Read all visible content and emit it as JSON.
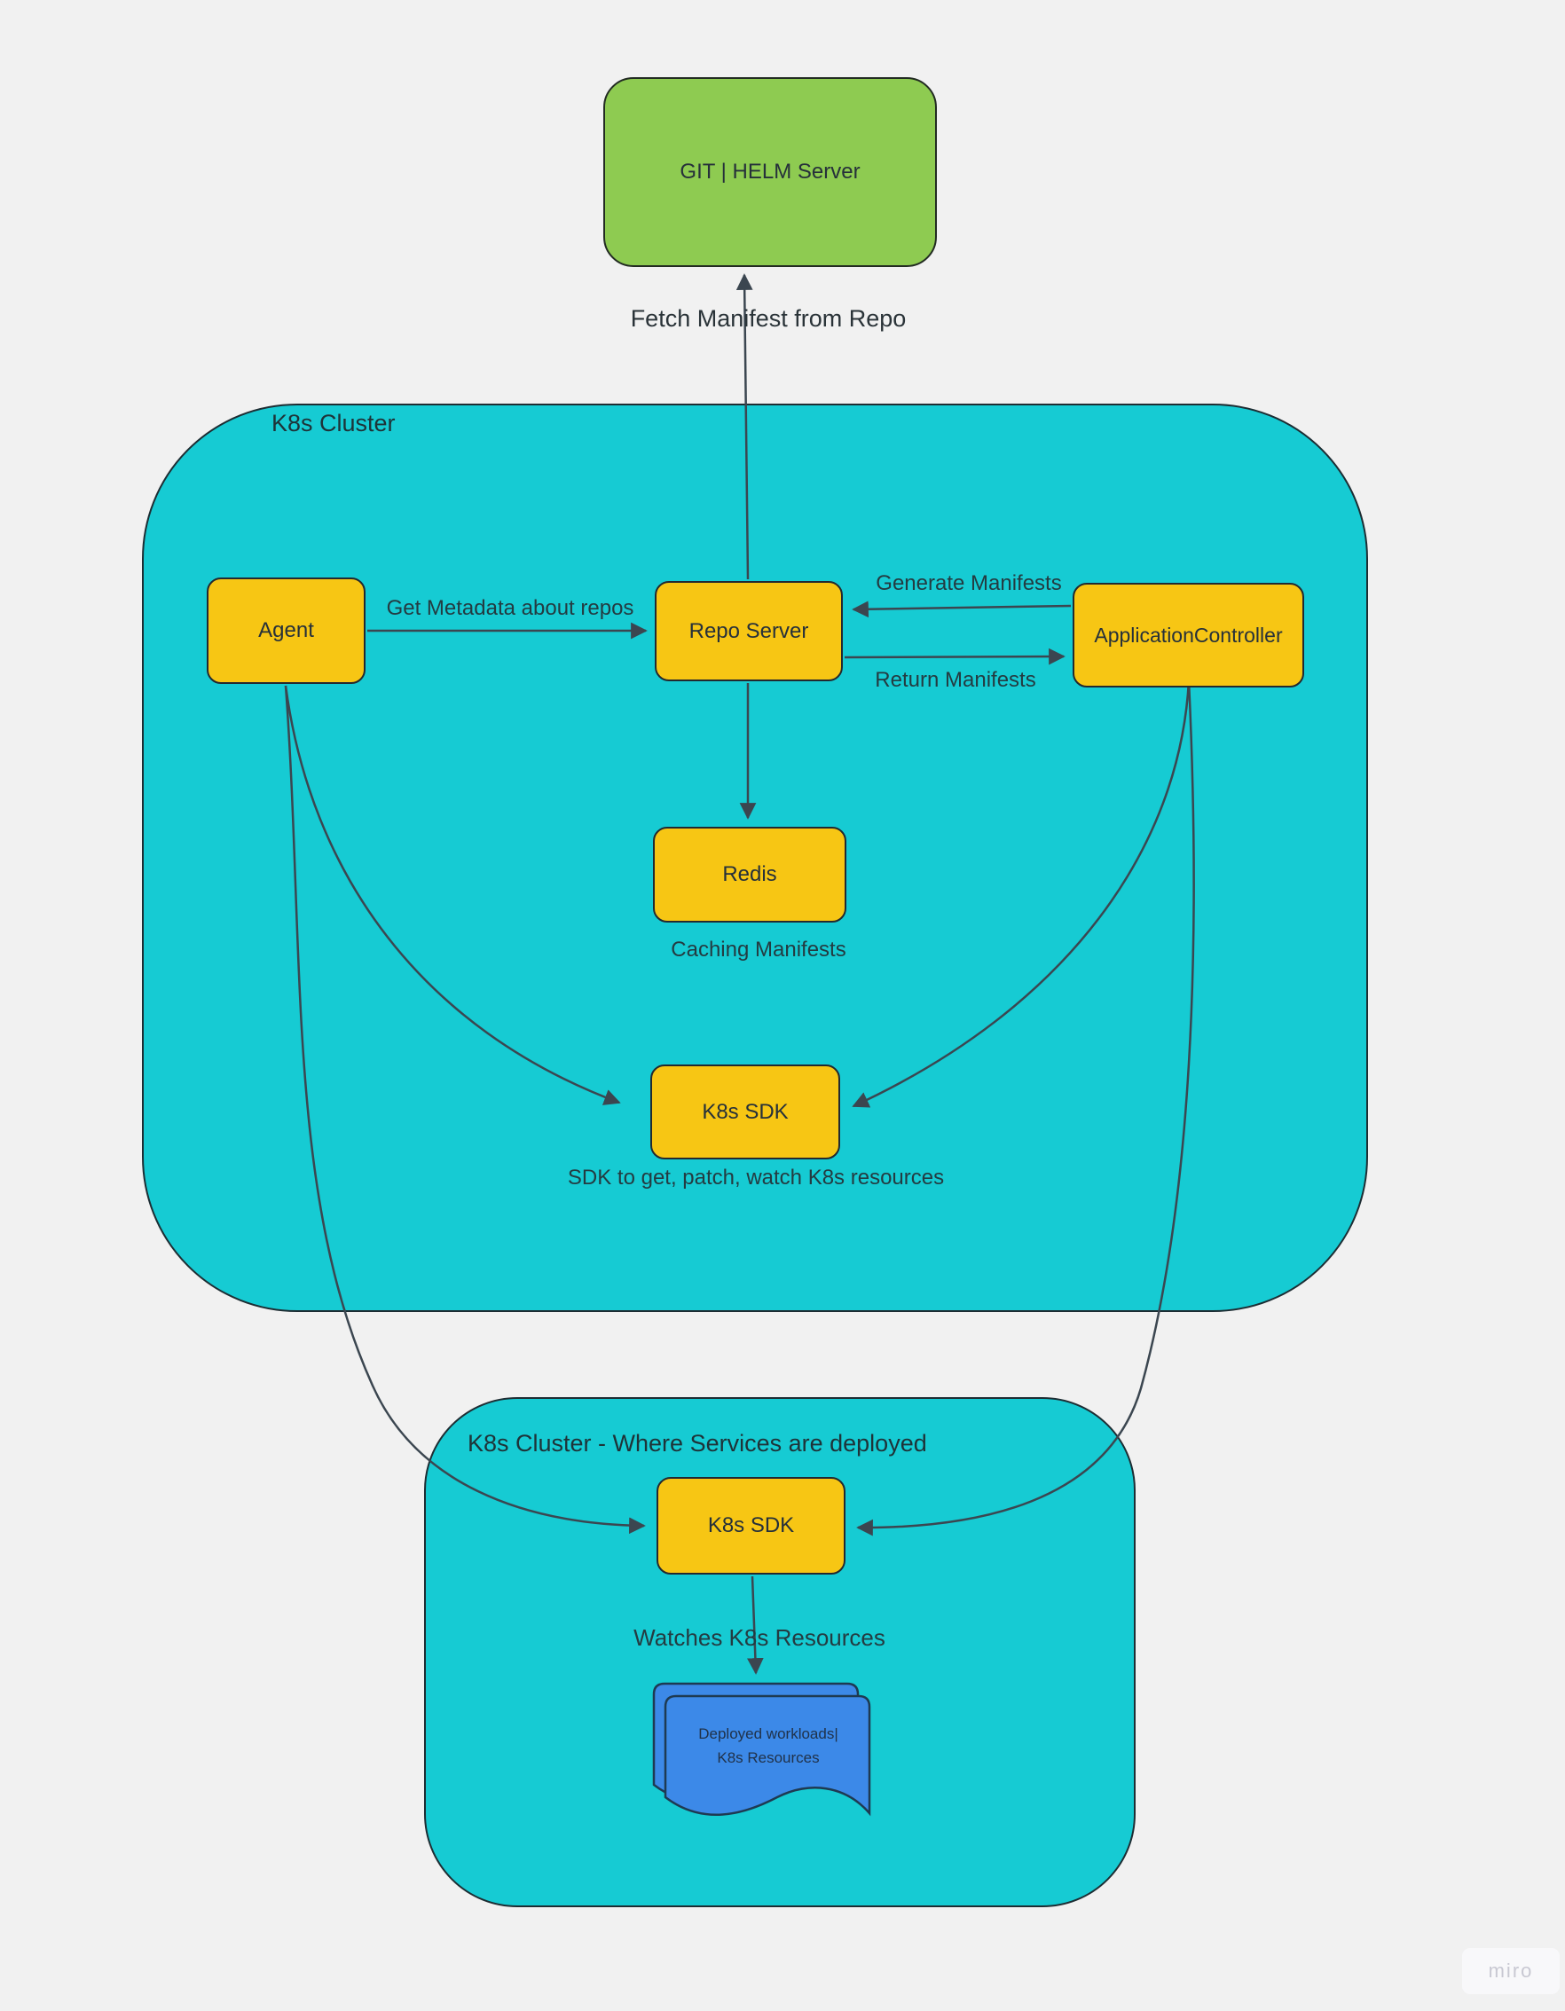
{
  "board": {
    "background": "#F1F1F1"
  },
  "watermark": {
    "label": "miro"
  },
  "clusters": {
    "main": {
      "title": "K8s Cluster",
      "fill": "#16CBD3"
    },
    "deploy": {
      "title": "K8s Cluster - Where Services are deployed",
      "fill": "#16CBD3"
    }
  },
  "nodes": {
    "git_server": {
      "label": "GIT | HELM Server",
      "fill": "#8ECB51"
    },
    "agent": {
      "label": "Agent",
      "fill": "#F7C614"
    },
    "repo_server": {
      "label": "Repo Server",
      "fill": "#F7C614"
    },
    "app_controller": {
      "label": "ApplicationController",
      "fill": "#F7C614"
    },
    "redis": {
      "label": "Redis",
      "fill": "#F7C614"
    },
    "k8s_sdk_main": {
      "label": "K8s SDK",
      "fill": "#F7C614"
    },
    "k8s_sdk_deploy": {
      "label": "K8s SDK",
      "fill": "#F7C614"
    },
    "workloads_doc": {
      "line1": "Deployed workloads|",
      "line2": "K8s Resources",
      "fill": "#3C89E8"
    }
  },
  "edge_labels": {
    "fetch_manifest": "Fetch Manifest from Repo",
    "get_metadata": "Get Metadata about repos",
    "generate_manifests": "Generate Manifests",
    "return_manifests": "Return Manifests",
    "caching_manifests": "Caching Manifests",
    "sdk_caption": "SDK to get, patch, watch K8s resources",
    "watches_resources": "Watches K8s Resources"
  },
  "colors": {
    "teal": "#16CBD3",
    "yellow": "#F7C614",
    "green": "#8ECB51",
    "blue": "#3C89E8",
    "connector": "#3B4650",
    "background": "#F1F1F1"
  }
}
